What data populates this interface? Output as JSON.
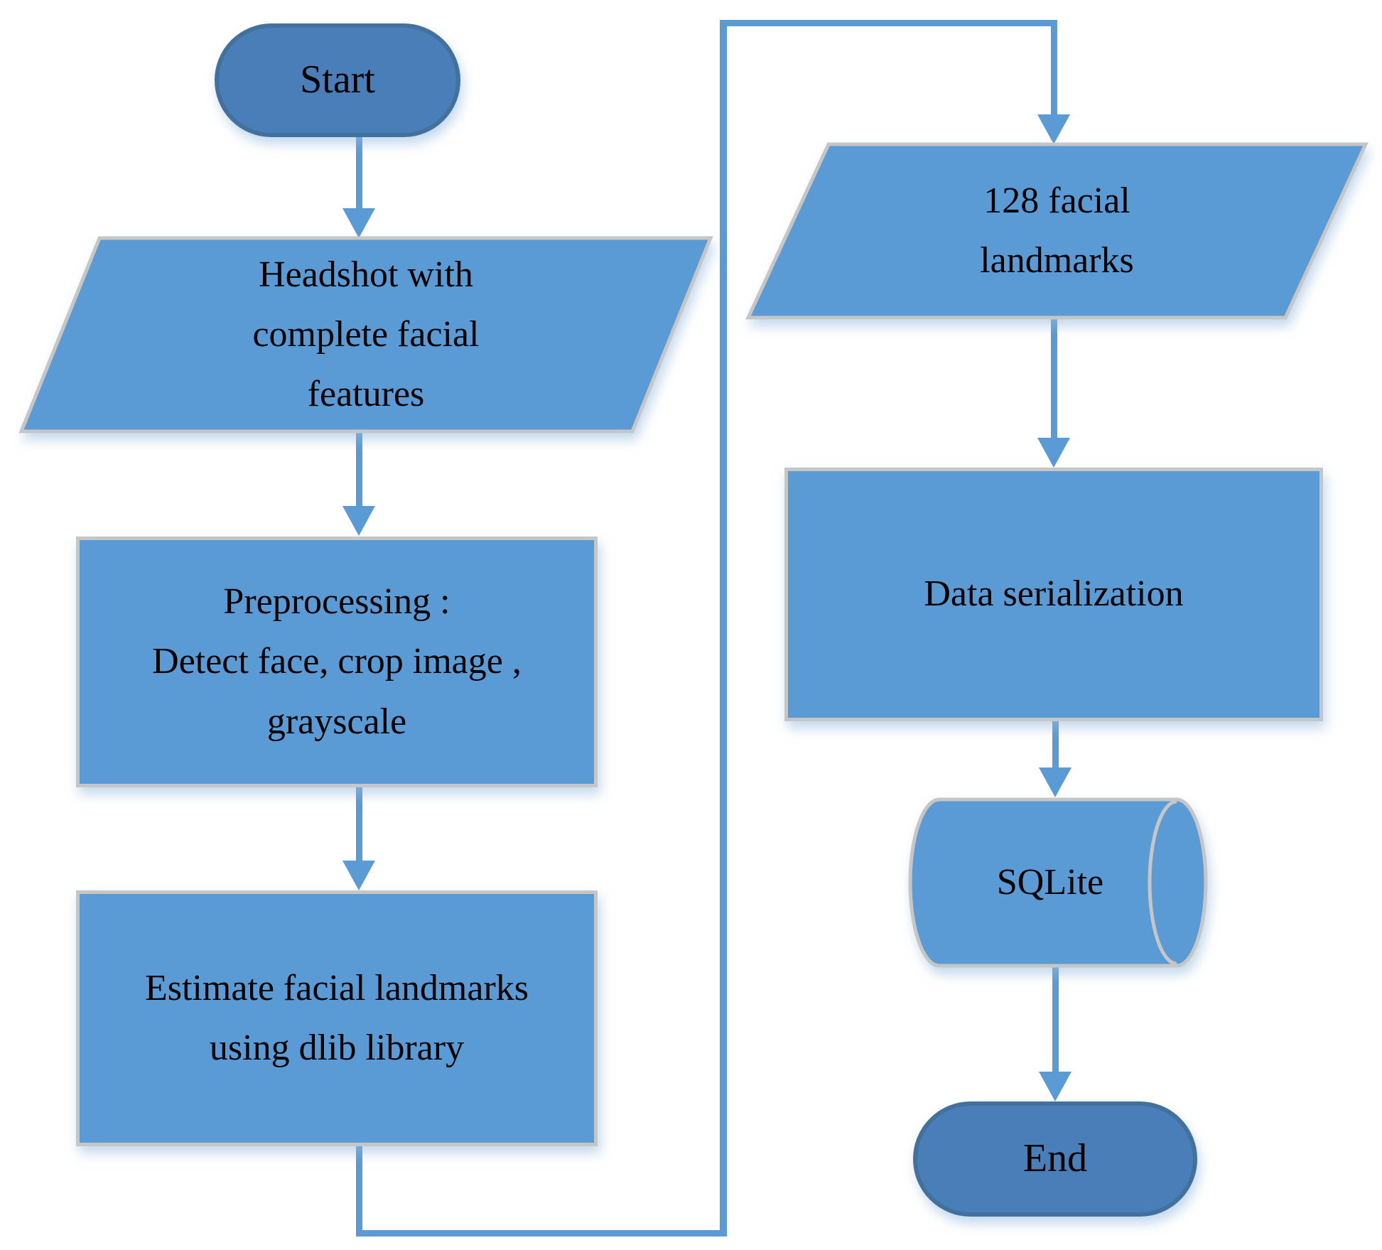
{
  "theme": {
    "node_fill": "#5b9bd5",
    "node_border": "#c6c6c6",
    "terminator_fill": "#4a7eb8",
    "terminator_border": "#41719c",
    "connector": "#5b9bd5",
    "text": "#000000",
    "background": "#ffffff"
  },
  "flowchart": {
    "nodes": {
      "start": {
        "shape": "terminator",
        "label": "Start"
      },
      "headshot": {
        "shape": "parallelogram",
        "label": "Headshot with\ncomplete facial\nfeatures"
      },
      "preprocessing": {
        "shape": "process",
        "label": "Preprocessing :\nDetect face, crop image ,\ngrayscale"
      },
      "estimate": {
        "shape": "process",
        "label": "Estimate facial landmarks\nusing dlib library"
      },
      "landmarks": {
        "shape": "parallelogram",
        "label": "128 facial\nlandmarks"
      },
      "serialization": {
        "shape": "process",
        "label": "Data serialization"
      },
      "sqlite": {
        "shape": "cylinder",
        "label": "SQLite"
      },
      "end": {
        "shape": "terminator",
        "label": "End"
      }
    },
    "edges": [
      {
        "from": "start",
        "to": "headshot"
      },
      {
        "from": "headshot",
        "to": "preprocessing"
      },
      {
        "from": "preprocessing",
        "to": "estimate"
      },
      {
        "from": "estimate",
        "to": "landmarks"
      },
      {
        "from": "landmarks",
        "to": "serialization"
      },
      {
        "from": "serialization",
        "to": "sqlite"
      },
      {
        "from": "sqlite",
        "to": "end"
      }
    ]
  }
}
